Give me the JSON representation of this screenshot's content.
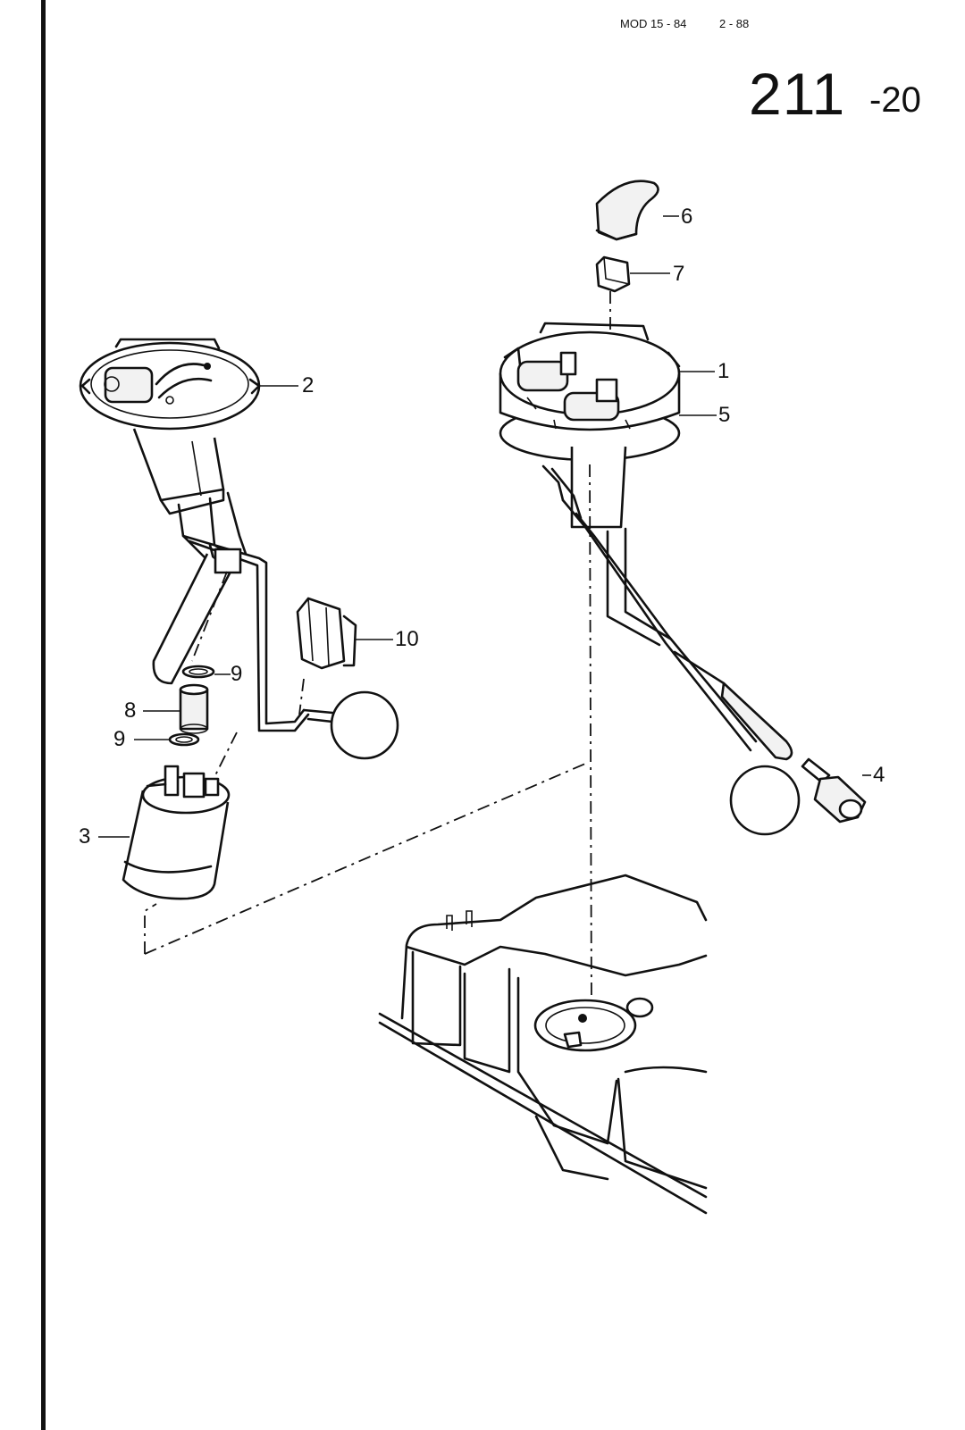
{
  "header": {
    "model_code": "MOD 15 - 84",
    "date": "2 - 88",
    "page_number": "211",
    "page_suffix": "-20"
  },
  "callouts": [
    {
      "id": "1",
      "text": "1"
    },
    {
      "id": "2",
      "text": "2"
    },
    {
      "id": "3",
      "text": "3"
    },
    {
      "id": "4",
      "text": "4"
    },
    {
      "id": "5",
      "text": "5"
    },
    {
      "id": "6",
      "text": "6"
    },
    {
      "id": "7",
      "text": "7"
    },
    {
      "id": "8",
      "text": "8"
    },
    {
      "id": "9a",
      "text": "9"
    },
    {
      "id": "9b",
      "text": "9"
    },
    {
      "id": "10",
      "text": "10"
    }
  ],
  "colors": {
    "ink": "#111111",
    "paper": "#ffffff"
  }
}
